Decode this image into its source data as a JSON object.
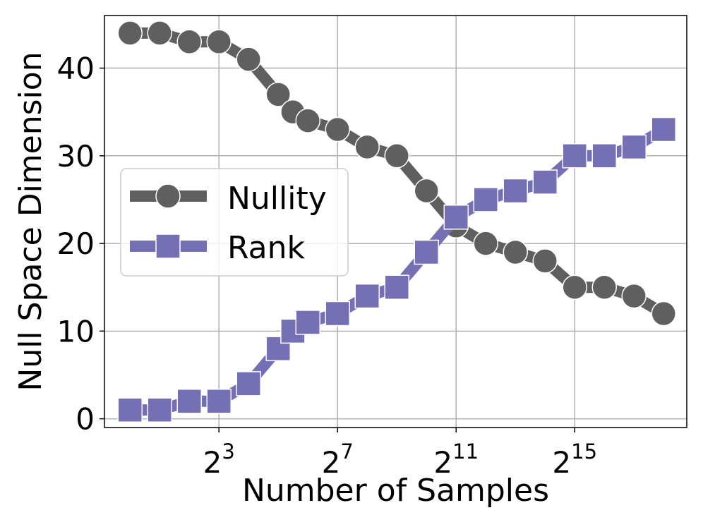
{
  "chart_data": {
    "type": "line",
    "xlabel": "Number of Samples",
    "ylabel": "Null Space Dimension",
    "x_scale": "log2",
    "x": [
      1,
      2,
      4,
      8,
      16,
      32,
      45,
      64,
      128,
      256,
      512,
      1024,
      2048,
      4096,
      8192,
      16384,
      32768,
      65536,
      131072,
      262144
    ],
    "xlim": [
      0.55,
      450000
    ],
    "ylim": [
      -1,
      46
    ],
    "xticks": [
      {
        "base": "2",
        "exp": "3",
        "value": 8
      },
      {
        "base": "2",
        "exp": "7",
        "value": 128
      },
      {
        "base": "2",
        "exp": "11",
        "value": 2048
      },
      {
        "base": "2",
        "exp": "15",
        "value": 32768
      }
    ],
    "yticks": [
      "0",
      "10",
      "20",
      "30",
      "40"
    ],
    "yticks_values": [
      0,
      10,
      20,
      30,
      40
    ],
    "grid": true,
    "legend_position": "center-left",
    "series": [
      {
        "name": "Nullity",
        "marker": "circle",
        "color": "#5f5f5f",
        "values": [
          44,
          44,
          43,
          43,
          41,
          37,
          35,
          34,
          33,
          31,
          30,
          26,
          22,
          20,
          19,
          18,
          15,
          15,
          14,
          12
        ]
      },
      {
        "name": "Rank",
        "marker": "square",
        "color": "#7570b3",
        "values": [
          1,
          1,
          2,
          2,
          4,
          8,
          10,
          11,
          12,
          14,
          15,
          19,
          23,
          25,
          26,
          27,
          30,
          30,
          31,
          33
        ]
      }
    ]
  }
}
